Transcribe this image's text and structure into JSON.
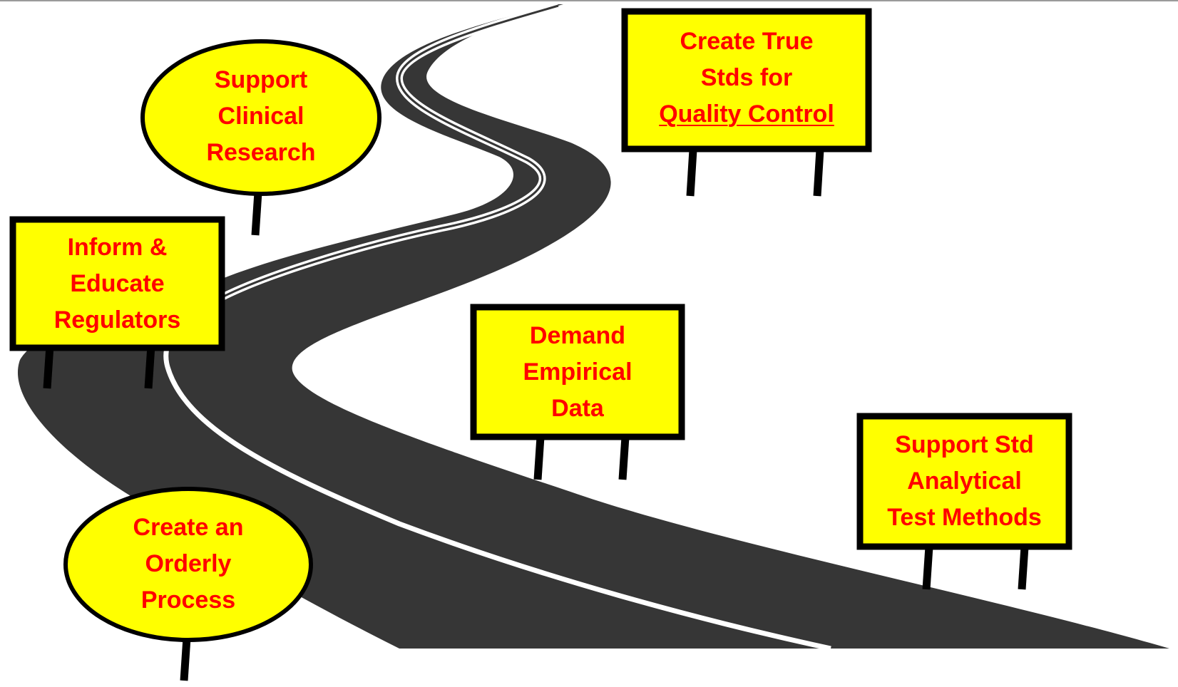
{
  "colors": {
    "road": "#363636",
    "road_line": "#ffffff",
    "sign_fill": "#ffff00",
    "sign_border": "#000000",
    "text": "#ff0000"
  },
  "signs": {
    "support_clinical": {
      "shape": "oval",
      "lines": [
        "Support",
        "Clinical",
        "Research"
      ]
    },
    "create_true": {
      "shape": "rectangle",
      "lines": [
        "Create True",
        "Stds for"
      ],
      "underlined_line": "Quality Control"
    },
    "inform_educate": {
      "shape": "rectangle",
      "lines": [
        "Inform &",
        "Educate",
        "Regulators"
      ]
    },
    "demand_empirical": {
      "shape": "rectangle",
      "lines": [
        "Demand",
        "Empirical",
        "Data"
      ]
    },
    "support_std": {
      "shape": "rectangle",
      "lines": [
        "Support Std",
        "Analytical",
        "Test Methods"
      ]
    },
    "create_orderly": {
      "shape": "oval",
      "lines": [
        "Create an",
        "Orderly",
        "Process"
      ]
    }
  }
}
